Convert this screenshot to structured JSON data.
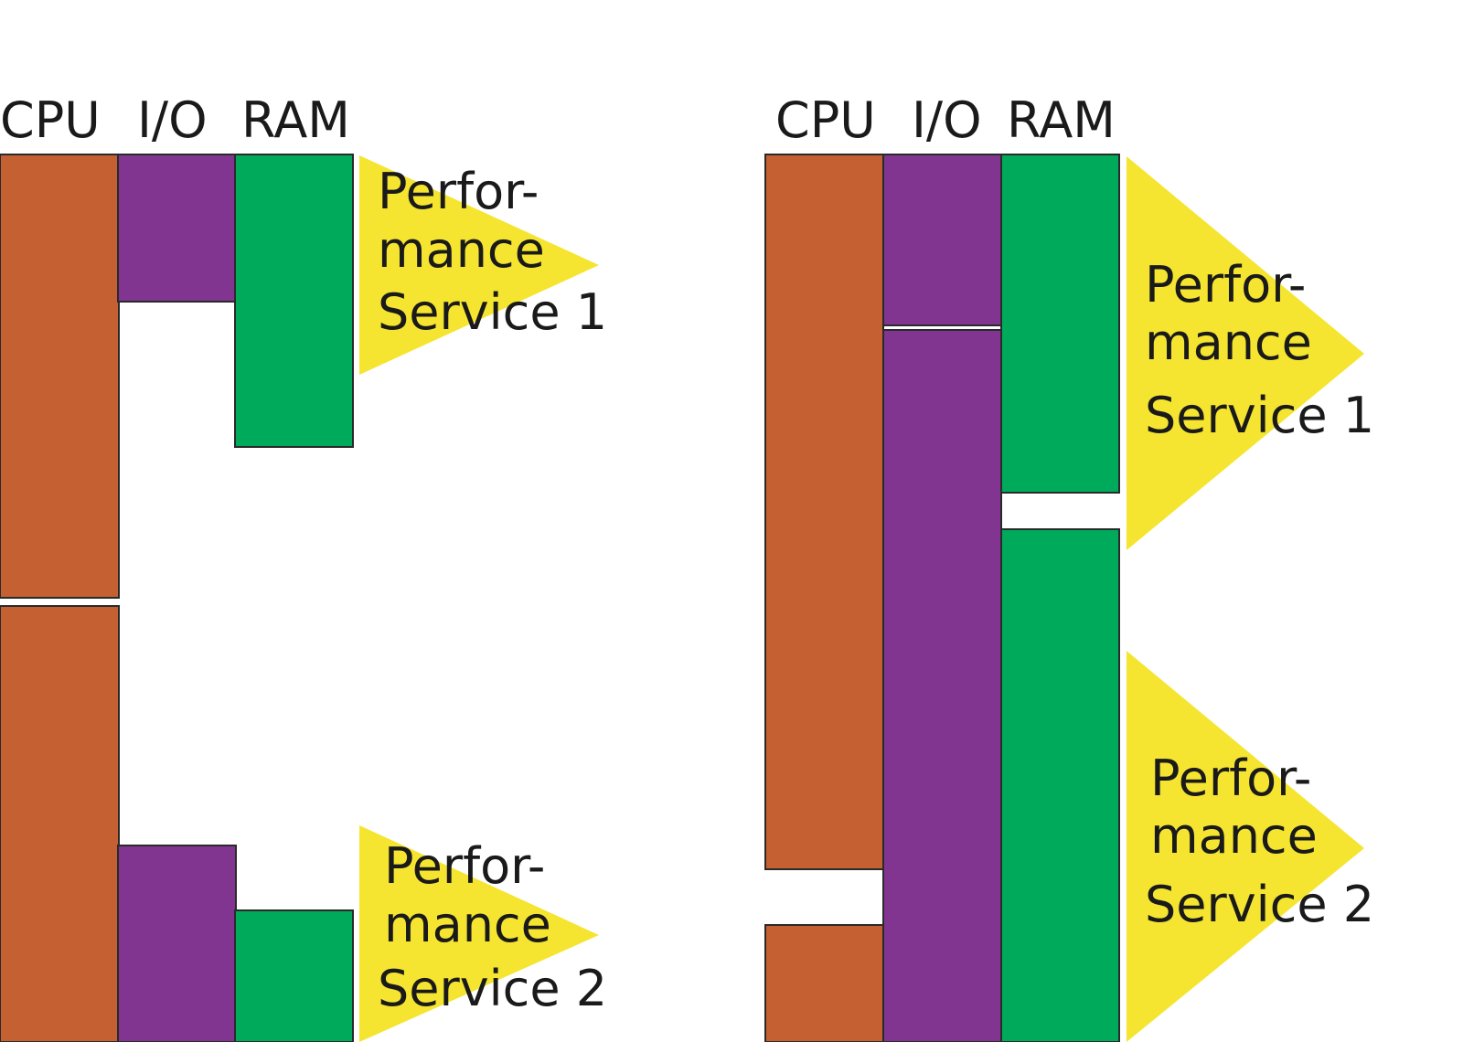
{
  "colors": {
    "cpu": "#c46031",
    "io": "#813591",
    "ram": "#00aa5b",
    "arrow": "#f5e530",
    "text": "#1a1a1a",
    "border": "#2a2a2a"
  },
  "left_diagram": {
    "column_labels": [
      "CPU",
      "I/O",
      "RAM"
    ],
    "service_1": {
      "line1": "Perfor-",
      "line2": "mance",
      "line3": "Service 1"
    },
    "service_2": {
      "line1": "Perfor-",
      "line2": "mance",
      "line3": "Service 2"
    }
  },
  "right_diagram": {
    "column_labels": [
      "CPU",
      "I/O",
      "RAM"
    ],
    "service_1": {
      "line1": "Perfor-",
      "line2": "mance",
      "line3": "Service 1"
    },
    "service_2": {
      "line1": "Perfor-",
      "line2": "mance",
      "line3": "Service 2"
    }
  }
}
